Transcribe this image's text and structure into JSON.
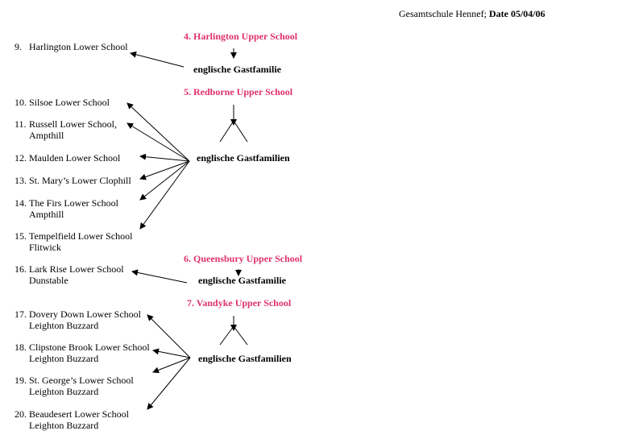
{
  "header": {
    "school": "Gesamtschule Hennef;",
    "date": "Date 05/04/06"
  },
  "groups": [
    {
      "upper_school": "4. Harlington Upper School",
      "family_label": "englische Gastfamilie",
      "lower_schools": [
        {
          "num": "9.",
          "line1": "Harlington Lower School",
          "line2": ""
        }
      ]
    },
    {
      "upper_school": "5. Redborne Upper School",
      "family_label": "englische Gastfamilien",
      "lower_schools": [
        {
          "num": "10.",
          "line1": "Silsoe Lower School",
          "line2": ""
        },
        {
          "num": "11.",
          "line1": "Russell Lower School,",
          "line2": "Ampthill"
        },
        {
          "num": "12.",
          "line1": "Maulden Lower School",
          "line2": ""
        },
        {
          "num": "13.",
          "line1": "St. Mary’s Lower Clophill",
          "line2": ""
        },
        {
          "num": "14.",
          "line1": "The Firs Lower School",
          "line2": "Ampthill"
        },
        {
          "num": "15.",
          "line1": "Tempelfield Lower School",
          "line2": "Flitwick"
        }
      ]
    },
    {
      "upper_school": "6. Queensbury Upper School",
      "family_label": "englische Gastfamilie",
      "lower_schools": [
        {
          "num": "16.",
          "line1": "Lark Rise Lower School",
          "line2": "Dunstable"
        }
      ]
    },
    {
      "upper_school": "7. Vandyke Upper School",
      "family_label": "englische Gastfamilien",
      "lower_schools": [
        {
          "num": "17.",
          "line1": "Dovery Down Lower School",
          "line2": "Leighton Buzzard"
        },
        {
          "num": "18.",
          "line1": "Clipstone Brook Lower School",
          "line2": "Leighton Buzzard"
        },
        {
          "num": "19.",
          "line1": "St. George’s Lower School",
          "line2": "Leighton Buzzard"
        },
        {
          "num": "20.",
          "line1": "Beaudesert Lower School",
          "line2": "Leighton Buzzard"
        }
      ]
    }
  ],
  "colors": {
    "upper_school": "#e0306e",
    "text": "#000000"
  }
}
